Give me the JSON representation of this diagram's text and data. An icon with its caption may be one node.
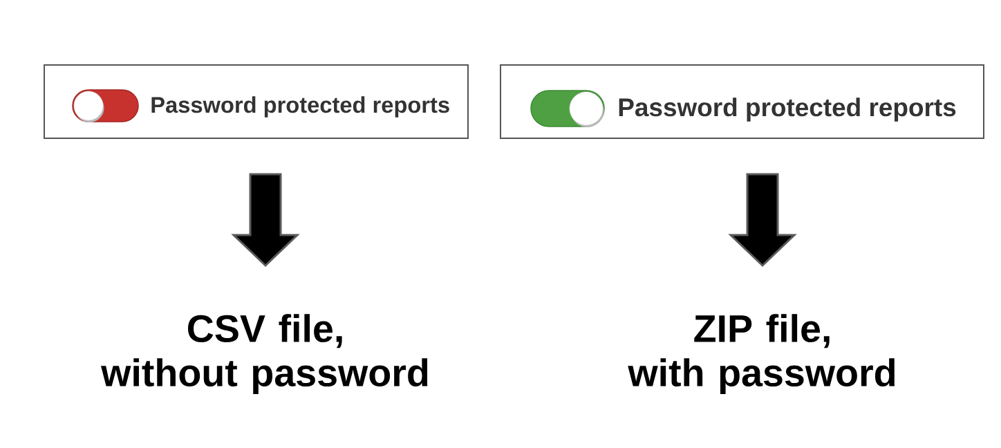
{
  "diagram": {
    "nodes": [
      {
        "text": [
          "Password protected reports"
        ]
      },
      {
        "text": [
          "Password protected reports"
        ]
      },
      {
        "text": [
          "CSV file, without password"
        ]
      },
      {
        "text": [
          "ZIP file, with password"
        ]
      }
    ],
    "edges": [
      {
        "from": 0,
        "to": 2,
        "arrow": "to"
      },
      {
        "from": 1,
        "to": 3,
        "arrow": "to"
      }
    ]
  }
}
